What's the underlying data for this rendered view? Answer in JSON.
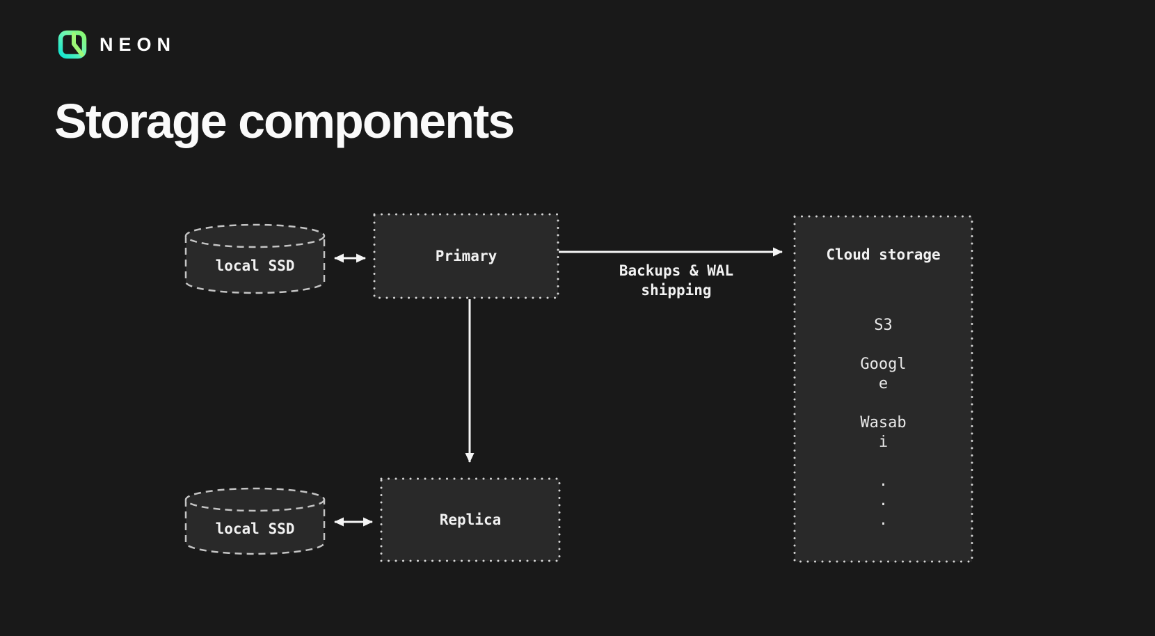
{
  "theme": {
    "bg": "#191919",
    "surface": "#292929",
    "dash-border": "#c4c4c4",
    "dot-border": "#d6d6d6",
    "text": "#f5f5f5",
    "arrow": "#f5f5f5",
    "logo-cyan": "#0fe4d1",
    "logo-green": "#8cf86e",
    "logo-mint": "#6df6b4"
  },
  "header": {
    "logo_text": "NEON"
  },
  "title": "Storage components",
  "diagram": {
    "local_ssd_top": {
      "label": "local SSD"
    },
    "local_ssd_bottom": {
      "label": "local SSD"
    },
    "primary": {
      "label": "Primary"
    },
    "replica": {
      "label": "Replica"
    },
    "backup_arrow": {
      "label_line1": "Backups & WAL",
      "label_line2": "shipping"
    },
    "cloud": {
      "title": "Cloud storage",
      "items": [
        "S3",
        "Google",
        "Wasabi"
      ],
      "ellipsis": [
        ".",
        ".",
        "."
      ]
    }
  }
}
